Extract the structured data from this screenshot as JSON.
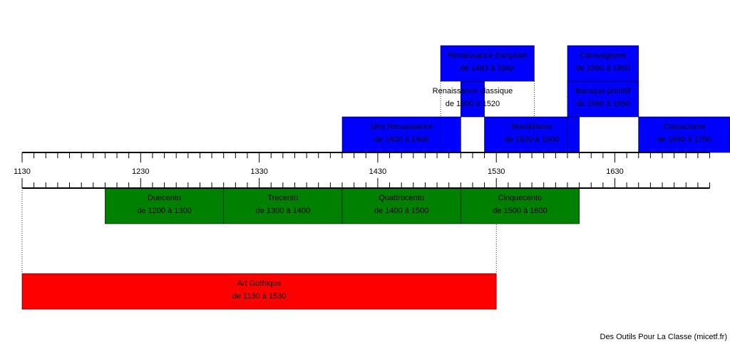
{
  "timeline": {
    "axis": {
      "start_year": 1130,
      "end_year": 1710,
      "minor_tick_years": 10,
      "labels": [
        "1130",
        "1230",
        "1330",
        "1430",
        "1530",
        "1630"
      ]
    },
    "periods_above": [
      {
        "title": "1ère Renaissance",
        "range": "de 1400 à 1500",
        "from": 1400,
        "to": 1500,
        "color": "#0000ff",
        "row": 0
      },
      {
        "title": "Maniérisme",
        "range": "de 1520 à 1600",
        "from": 1520,
        "to": 1600,
        "color": "#0000ff",
        "row": 0
      },
      {
        "title": "Classicisme",
        "range": "de 1650 à 1750",
        "from": 1650,
        "to": 1750,
        "color": "#0000ff",
        "row": 0
      },
      {
        "title": "Renaissance classique",
        "range": "de 1500 à 1520",
        "from": 1500,
        "to": 1520,
        "color": "#0000ff",
        "row": 1
      },
      {
        "title": "Baroque primitif",
        "range": "de 1590 à 1650",
        "from": 1590,
        "to": 1650,
        "color": "#0000ff",
        "row": 1
      },
      {
        "title": "Renaissance française",
        "range": "de 1483 à 1562",
        "from": 1483,
        "to": 1562,
        "color": "#0000ff",
        "row": 2
      },
      {
        "title": "Caravagisme",
        "range": "de 1590 à 1650",
        "from": 1590,
        "to": 1650,
        "color": "#0000ff",
        "row": 2
      }
    ],
    "periods_below": [
      {
        "title": "Duecento",
        "range": "de 1200 à 1300",
        "from": 1200,
        "to": 1300,
        "color": "#008000",
        "row": 0
      },
      {
        "title": "Trecento",
        "range": "de 1300 à 1400",
        "from": 1300,
        "to": 1400,
        "color": "#008000",
        "row": 0
      },
      {
        "title": "Quattrocento",
        "range": "de 1400 à 1500",
        "from": 1400,
        "to": 1500,
        "color": "#008000",
        "row": 0
      },
      {
        "title": "Cinquecento",
        "range": "de 1500 à 1600",
        "from": 1500,
        "to": 1600,
        "color": "#008000",
        "row": 0
      },
      {
        "title": "Art Gothique",
        "range": "de 1130 à 1530",
        "from": 1130,
        "to": 1530,
        "color": "#ff0000",
        "row": 1
      }
    ]
  },
  "footer": "Des Outils Pour La Classe (micetf.fr)"
}
